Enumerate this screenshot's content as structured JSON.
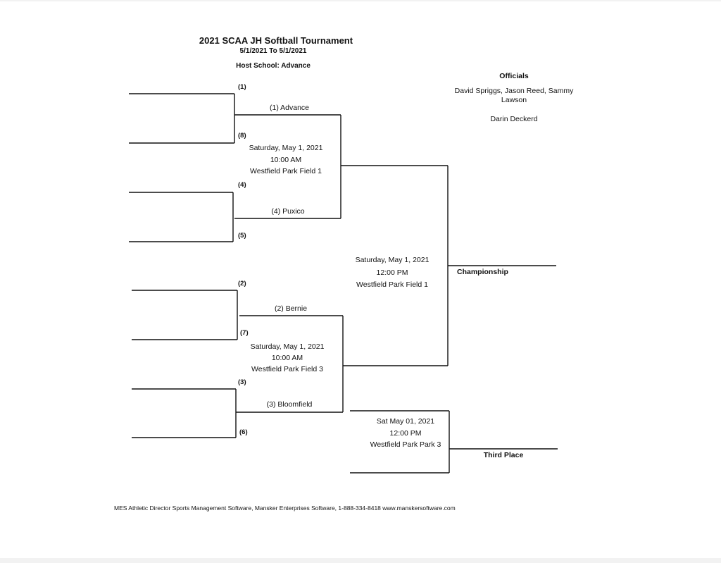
{
  "header": {
    "title": "2021 SCAA JH Softball Tournament",
    "dates": "5/1/2021 To 5/1/2021",
    "host_school": "Host School:  Advance"
  },
  "officials": {
    "heading": "Officials",
    "line1": "David Spriggs, Jason Reed, Sammy",
    "line2": "Lawson",
    "line3": "Darin Deckerd"
  },
  "seeds": [
    "(1)",
    "(8)",
    "(4)",
    "(5)",
    "(2)",
    "(7)",
    "(3)",
    "(6)"
  ],
  "quarterfinal_winners": [
    "(1)  Advance",
    "(4)  Puxico",
    "(2) Bernie",
    "(3) Bloomfield"
  ],
  "games": {
    "semi_top": {
      "date": "Saturday, May 1, 2021",
      "time": "10:00 AM",
      "location": "Westfield Park Field 1"
    },
    "semi_bottom": {
      "date": "Saturday, May 1, 2021",
      "time": "10:00 AM",
      "location": "Westfield Park Field 3"
    },
    "championship": {
      "date": "Saturday, May 1, 2021",
      "time": "12:00 PM",
      "location": "Westfield Park Field 1"
    },
    "third_place": {
      "date": "Sat May 01, 2021",
      "time": "12:00 PM",
      "location": "Westfield Park Park 3"
    }
  },
  "labels": {
    "championship": "Championship",
    "third_place": "Third Place"
  },
  "footer": "MES Athletic Director Sports Management Software, Mansker Enterprises Software, 1-888-334-8418   www.manskersoftware.com"
}
